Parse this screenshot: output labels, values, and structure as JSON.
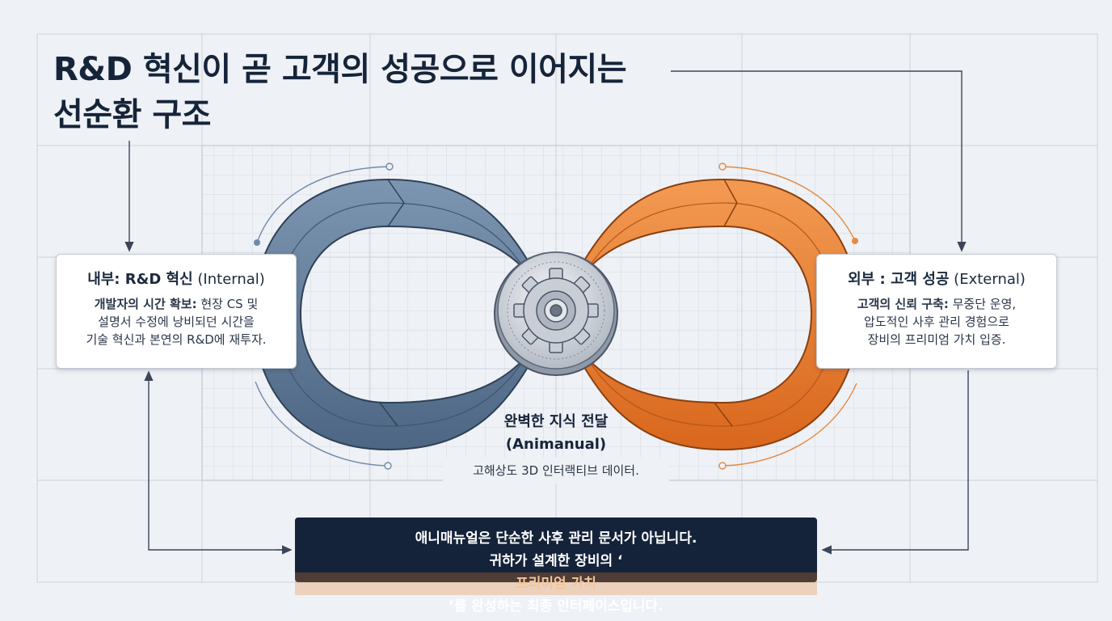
{
  "title": {
    "line1": "R&D 혁신이 곧 고객의 성공으로 이어지는",
    "line2": "선순환 구조"
  },
  "left_card": {
    "heading_bold": "내부: R&D 혁신",
    "heading_suffix": " (Internal)",
    "body_bold": "개발자의 시간 확보:",
    "body_line1_rest": " 현장 CS 및",
    "body_line2": "설명서 수정에 낭비되던 시간을",
    "body_line3": "기술 혁신과 본연의 R&D에 재투자."
  },
  "right_card": {
    "heading_bold": "외부 : 고객 성공",
    "heading_suffix": " (External)",
    "body_bold": "고객의 신뢰 구축:",
    "body_line1_rest": " 무중단 운영,",
    "body_line2": "압도적인 사후 관리 경험으로",
    "body_line3": "장비의 프리미엄 가치 입증."
  },
  "center": {
    "label_line1": "완벽한 지식 전달",
    "label_line2": "(Animanual)",
    "sub": "고해상도 3D 인터랙티브 데이터."
  },
  "banner": {
    "line1": "애니매뉴얼은 단순한 사후 관리 문서가 아닙니다.",
    "line2_pre": "귀하가 설계한 장비의 ‘",
    "line2_highlight": "프리미엄 가치",
    "line2_post": "’를 완성하는 최종 인터페이스입니다."
  },
  "colors": {
    "blue_loop": "#5f7a98",
    "orange_loop": "#e97d2a",
    "navy": "#14233a",
    "grid": "#c6cdd8"
  },
  "icons": {
    "center_hub": "gear-icon"
  }
}
